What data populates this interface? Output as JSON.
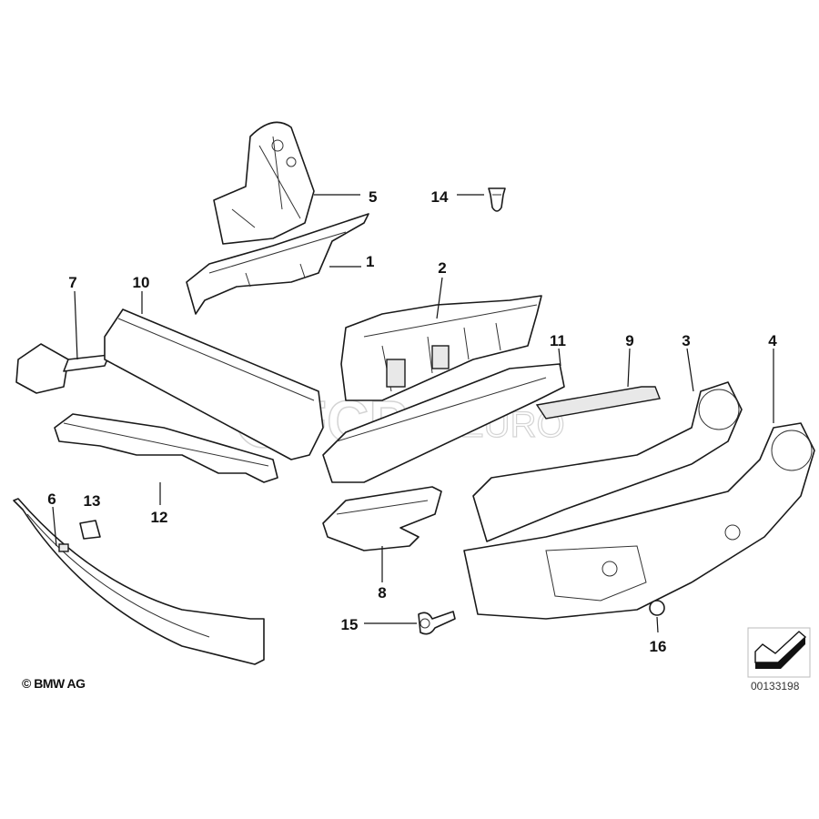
{
  "diagram": {
    "callouts": [
      "1",
      "2",
      "3",
      "4",
      "5",
      "6",
      "7",
      "8",
      "9",
      "10",
      "11",
      "12",
      "13",
      "14",
      "15",
      "16"
    ],
    "copyright": "© BMW AG",
    "diagram_number": "00133198",
    "watermark": {
      "brand": "FCP",
      "suffix": "EURO"
    }
  }
}
